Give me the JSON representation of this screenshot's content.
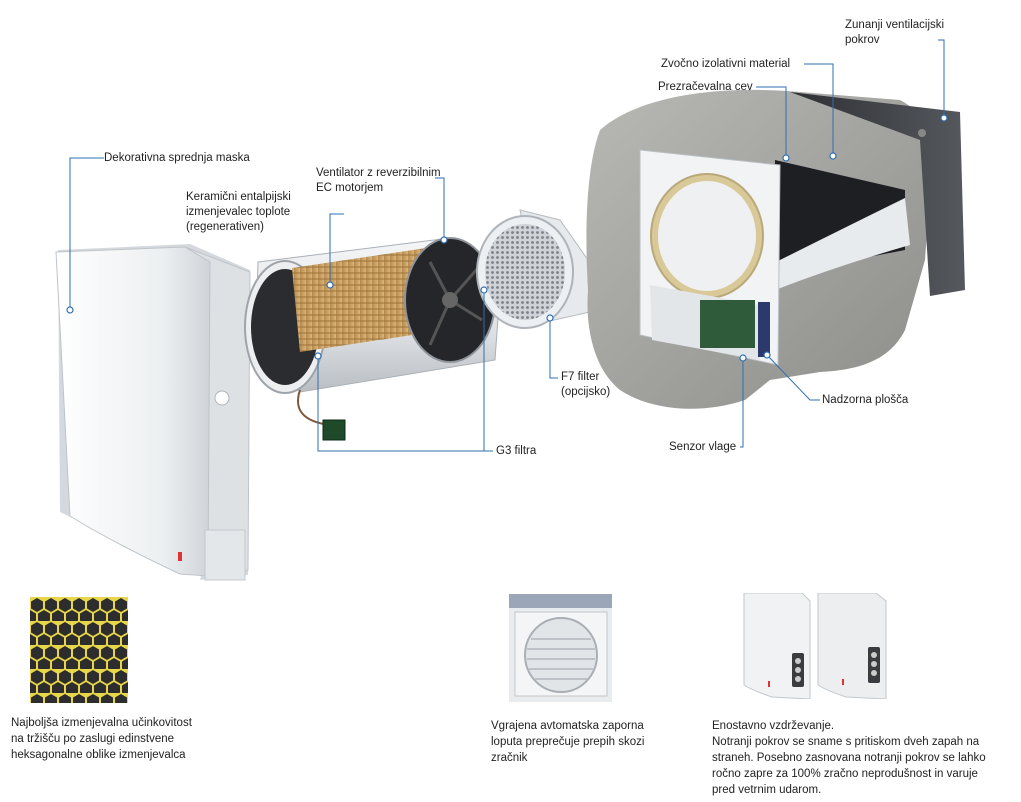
{
  "colors": {
    "leader": "#2f6fb0",
    "panel_white": "#eef0f2",
    "panel_shade": "#c9ced3",
    "concrete": "#a9a9a6",
    "core_wood": "#c9a063",
    "dark_cover": "#3a3c40",
    "honeycomb_yellow": "#e8d64a",
    "honeycomb_dark": "#2d2d2d"
  },
  "labels": {
    "front_mask": "Dekorativna sprednja maska",
    "ceramic_exchanger": "Keramični entalpijski\nizmenjevalec toplote\n(regenerativen)",
    "fan": "Ventilator z reverzibilnim\nEC motorjem",
    "f7_filter": "F7 filter\n(opcijsko)",
    "g3_filters": "G3 filtra",
    "outer_cover": "Zunanji ventilacijski\npokrov",
    "sound_insulation": "Zvočno izolativni material",
    "air_duct": "Prezračevalna cev",
    "control_board": "Nadzorna plošča",
    "humidity_sensor": "Senzor vlage"
  },
  "features": [
    {
      "caption": "Najboljša izmenjevalna učinkovitost\nna tržišču po zaslugi edinstvene\nheksagonalne oblike izmenjevalca"
    },
    {
      "caption": "Vgrajena avtomatska zaporna\nloputa preprečuje prepih skozi\nzračnik"
    },
    {
      "caption": "Enostavno vzdrževanje.\nNotranji pokrov se sname s pritiskom dveh zapah na\nstraneh. Posebno zasnovana notranji pokrov se lahko\nročno zapre za 100% zračno neprodušnost in varuje\npred vetrnim udarom."
    }
  ]
}
